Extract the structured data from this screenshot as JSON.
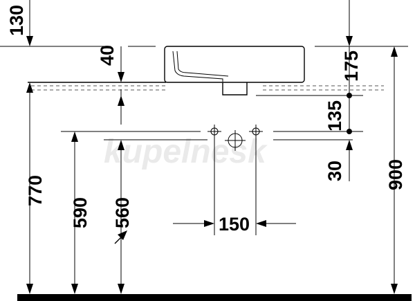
{
  "watermark": "kupelnesk",
  "dimensions": {
    "d130": "130",
    "d40": "40",
    "d175": "175",
    "d135": "135",
    "d30": "30",
    "d900": "900",
    "d770": "770",
    "d590": "590",
    "d560": "560",
    "d150": "150"
  },
  "colors": {
    "ink": "#000000",
    "floor": "#000000",
    "watermark": "#d9d9d9"
  }
}
